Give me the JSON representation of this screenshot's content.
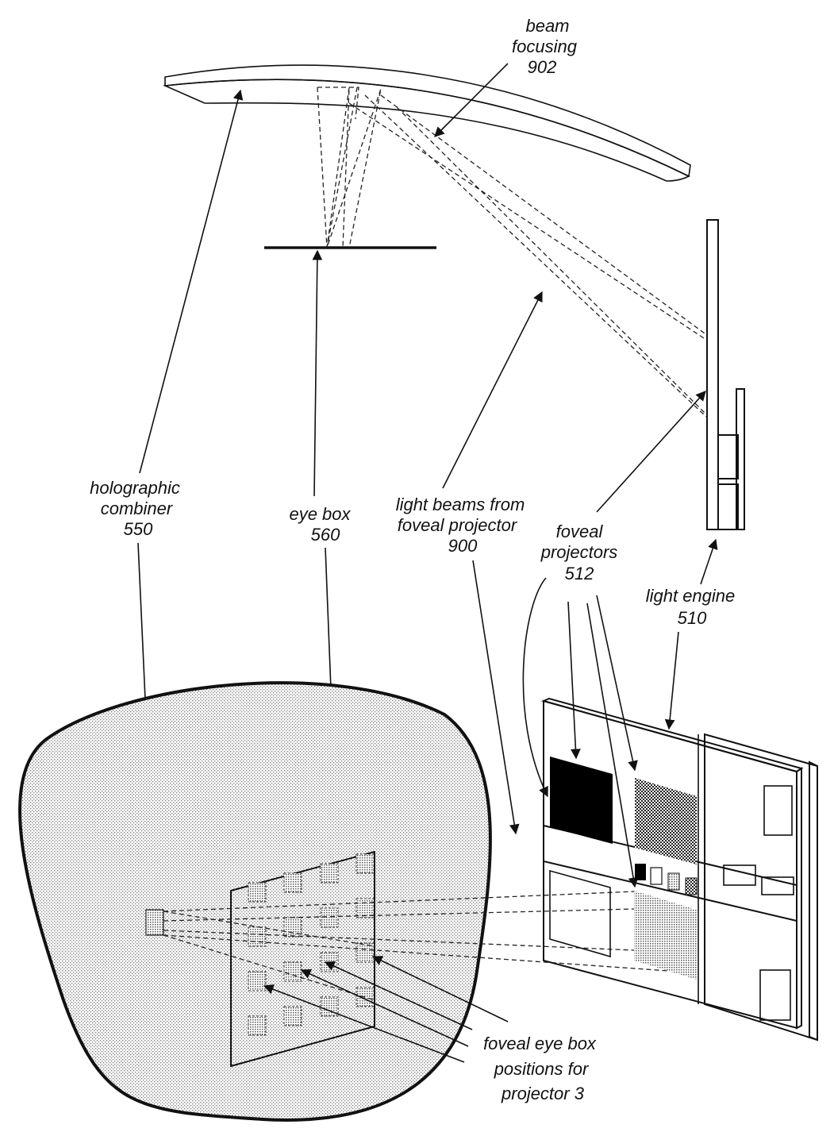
{
  "figure": {
    "labels": {
      "beam_focusing": [
        "beam",
        "focusing",
        "902"
      ],
      "holographic_combiner": [
        "holographic",
        "combiner",
        "550"
      ],
      "eye_box": [
        "eye box",
        "560"
      ],
      "light_beams": [
        "light beams from",
        "foveal projector",
        "900"
      ],
      "foveal_projectors": [
        "foveal",
        "projectors",
        "512"
      ],
      "light_engine": [
        "light engine",
        "510"
      ],
      "foveal_eye_box_positions": [
        "foveal eye box",
        "positions for",
        "projector 3"
      ]
    },
    "colors": {
      "ink": "#111111",
      "dither_fill": "#bdbdbd",
      "black_fill": "#000000",
      "background": "#ffffff"
    }
  }
}
